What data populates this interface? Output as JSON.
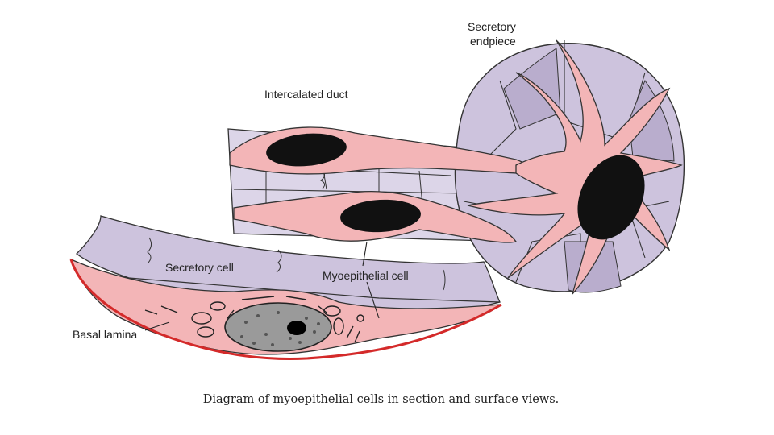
{
  "labels": {
    "secretory_endpiece_line1": "Secretory",
    "secretory_endpiece_line2": "endpiece",
    "intercalated_duct": "Intercalated duct",
    "secretory_cell": "Secretory cell",
    "myoepithelial_cell": "Myoepithelial cell",
    "basal_lamina": "Basal lamina"
  },
  "caption": "Diagram of myoepithelial cells in section and surface views.",
  "colors": {
    "secretory_cell_fill": "#cdc3dd",
    "secretory_cell_dark": "#b3a7c9",
    "myoepithelial_fill": "#f3b5b7",
    "nucleus": "#111111",
    "basal_lamina": "#d42a2a",
    "outline": "#333333"
  }
}
